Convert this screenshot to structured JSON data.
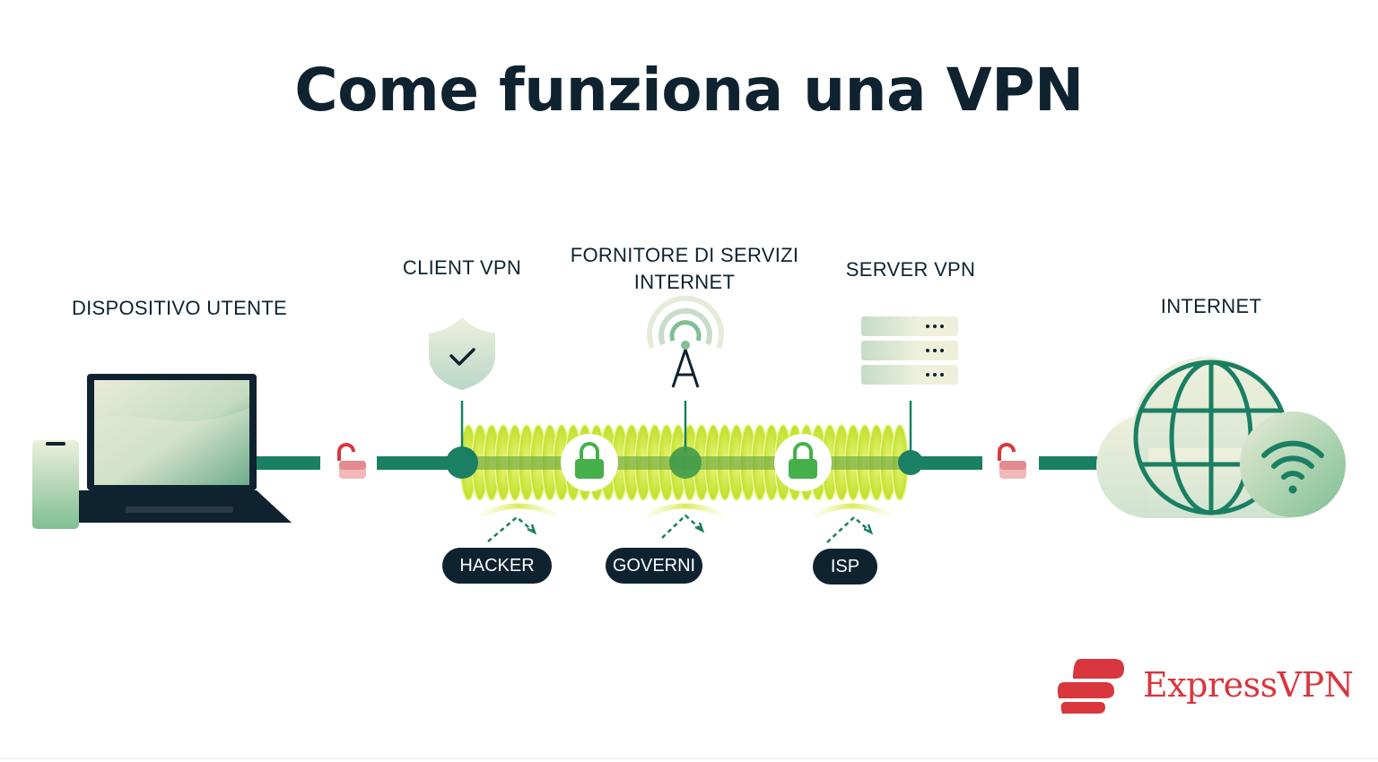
{
  "title": "Come funziona una VPN",
  "nodes": {
    "device": "DISPOSITIVO UTENTE",
    "client": "CLIENT VPN",
    "isp_line1": "FORNITORE DI SERVIZI",
    "isp_line2": "INTERNET",
    "server": "SERVER VPN",
    "internet": "INTERNET"
  },
  "threats": {
    "hacker": "HACKER",
    "governments": "GOVERNI",
    "isp": "ISP"
  },
  "brand": {
    "name": "ExpressVPN",
    "color": "#d9363e"
  },
  "colors": {
    "line": "#1a7f63",
    "tunnel": "#c9e63a",
    "dark": "#0f2230",
    "lock_open": "#d9363e",
    "lock_closed": "#45b04a"
  },
  "icons": [
    "laptop-icon",
    "phone-icon",
    "shield-check-icon",
    "antenna-icon",
    "server-rack-icon",
    "globe-icon",
    "wifi-icon",
    "lock-open-icon",
    "lock-closed-icon"
  ]
}
